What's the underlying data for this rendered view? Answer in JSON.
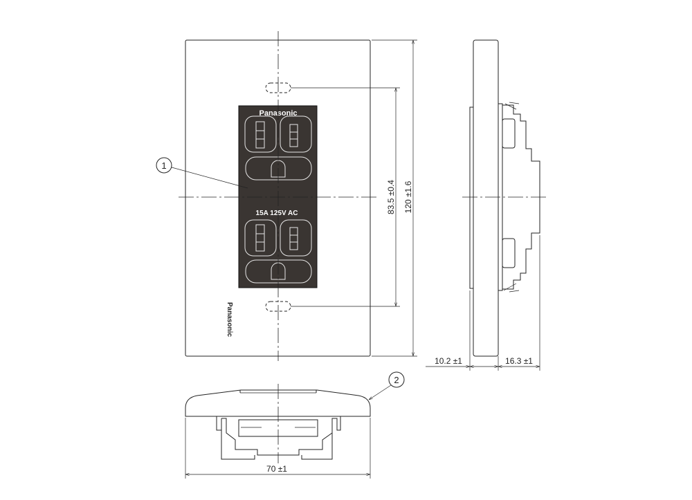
{
  "title": "Panasonic duplex receptacle with plate - dimensional drawing",
  "front_view": {
    "brand": "Panasonic",
    "rating": "15A 125V AC",
    "plate_brand": "Panasonic"
  },
  "dimensions": {
    "mount_spacing": "83.5 ±0.4",
    "plate_height": "120 ±1.6",
    "plate_depth": "10.2 ±1",
    "body_depth": "16.3 ±1",
    "plate_width": "70 ±1"
  },
  "callouts": [
    {
      "label": "1"
    },
    {
      "label": "2"
    }
  ],
  "colors": {
    "line": "#222222",
    "receptacle": "#3a3532"
  }
}
